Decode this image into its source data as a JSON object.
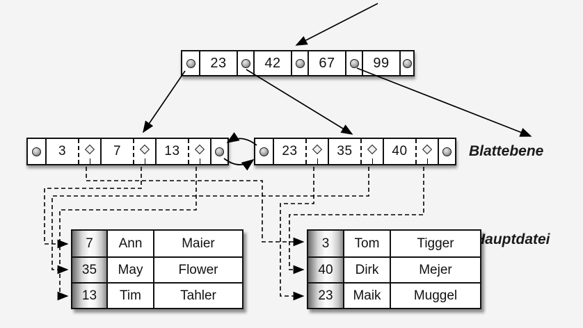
{
  "colors": {
    "background": "#f4f4f4",
    "stroke": "#000000",
    "cell_fill": "#ffffff",
    "key_column_gradient_dark": "#6b6b6b",
    "key_column_gradient_light": "#fdfdfd"
  },
  "root_node": {
    "keys": [
      "23",
      "42",
      "67",
      "99"
    ]
  },
  "leaf_nodes": {
    "left": {
      "keys": [
        "3",
        "7",
        "13"
      ]
    },
    "right": {
      "keys": [
        "23",
        "35",
        "40"
      ]
    }
  },
  "labels": {
    "leaf_level": "Blattebene",
    "main_file": "Hauptdatei"
  },
  "tables": {
    "left": {
      "rows": [
        [
          "7",
          "Ann",
          "Maier"
        ],
        [
          "35",
          "May",
          "Flower"
        ],
        [
          "13",
          "Tim",
          "Tahler"
        ]
      ]
    },
    "right": {
      "rows": [
        [
          "3",
          "Tom",
          "Tigger"
        ],
        [
          "40",
          "Dirk",
          "Mejer"
        ],
        [
          "23",
          "Maik",
          "Muggel"
        ]
      ]
    }
  },
  "icons": {
    "pointer": "pointer-circle",
    "record_reference": "diamond"
  }
}
